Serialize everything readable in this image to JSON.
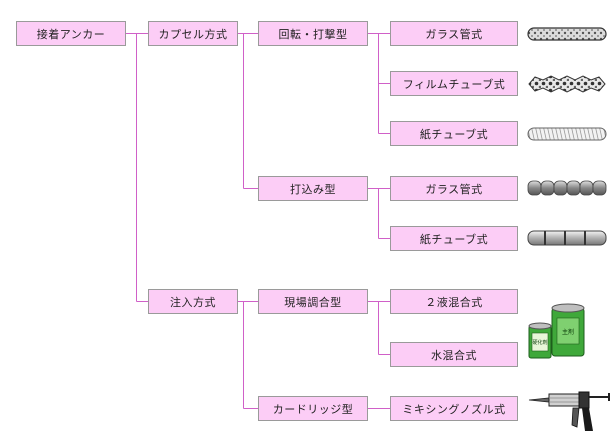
{
  "nodes": {
    "root": "接着アンカー",
    "capsule": "カプセル方式",
    "injection": "注入方式",
    "rotary_percussion": "回転・打撃型",
    "drive_in": "打込み型",
    "site_mix": "現場調合型",
    "cartridge": "カードリッジ型",
    "glass_tube_1": "ガラス管式",
    "film_tube": "フィルムチューブ式",
    "paper_tube_1": "紙チューブ式",
    "glass_tube_2": "ガラス管式",
    "paper_tube_2": "紙チューブ式",
    "two_part_mix": "２液混合式",
    "water_mix": "水混合式",
    "mixing_nozzle": "ミキシングノズル式"
  },
  "illustrations": {
    "can_small_label": "硬化剤",
    "can_large_label": "主剤"
  },
  "colors": {
    "node_fill": "#fccdf6",
    "node_border": "#9a9a9a",
    "connector": "#d060c8"
  }
}
